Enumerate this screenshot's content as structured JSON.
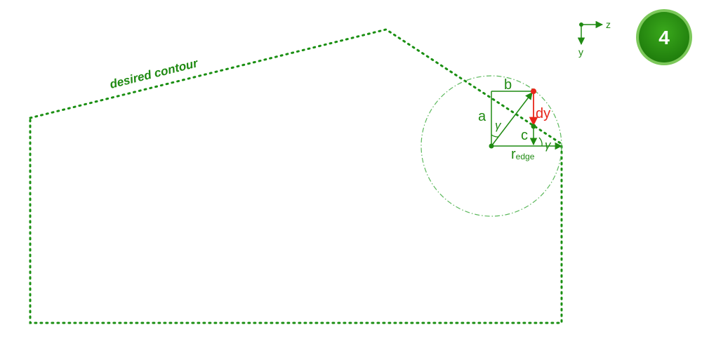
{
  "badge": {
    "number": "4"
  },
  "axes": {
    "z_label": "z",
    "y_label": "y"
  },
  "contour": {
    "label": "desired contour"
  },
  "labels": {
    "a": "a",
    "b": "b",
    "c": "c",
    "dy": "dy",
    "gamma": "γ",
    "r": "r",
    "r_subscript": "edge"
  },
  "colors": {
    "contour": "#1a8f12",
    "construction": "#1f8a12",
    "circle": "#5cb85c",
    "highlight": "#e8261a",
    "badge_fill": "#2f9a16",
    "badge_ring": "#7cc85a"
  }
}
